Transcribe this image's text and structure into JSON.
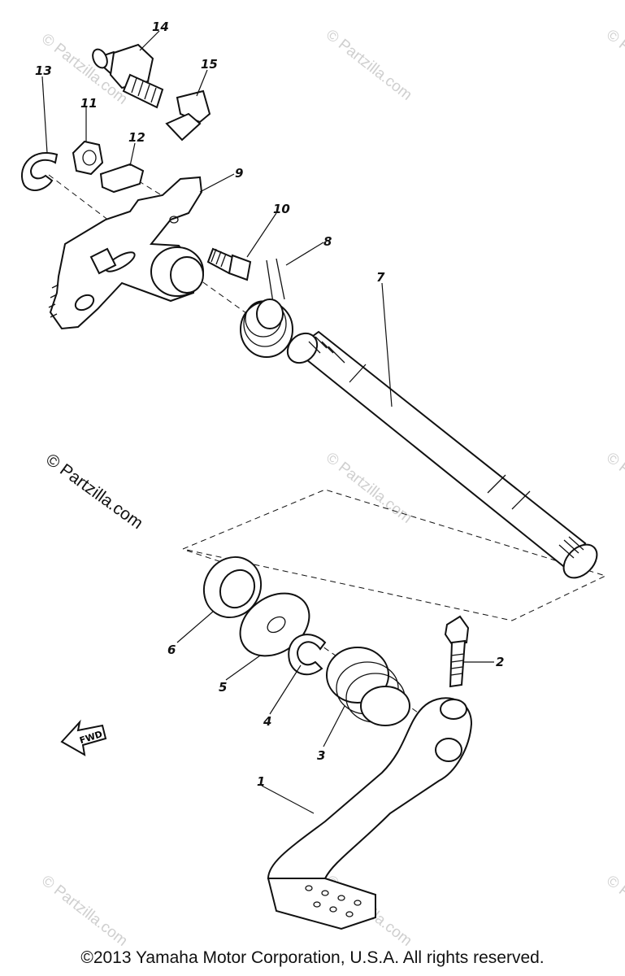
{
  "diagram": {
    "callouts": [
      {
        "id": "1",
        "label": "1"
      },
      {
        "id": "2",
        "label": "2"
      },
      {
        "id": "3",
        "label": "3"
      },
      {
        "id": "4",
        "label": "4"
      },
      {
        "id": "5",
        "label": "5"
      },
      {
        "id": "6",
        "label": "6"
      },
      {
        "id": "7",
        "label": "7"
      },
      {
        "id": "8",
        "label": "8"
      },
      {
        "id": "9",
        "label": "9"
      },
      {
        "id": "10",
        "label": "10"
      },
      {
        "id": "11",
        "label": "11"
      },
      {
        "id": "12",
        "label": "12"
      },
      {
        "id": "13",
        "label": "13"
      },
      {
        "id": "14",
        "label": "14"
      },
      {
        "id": "15",
        "label": "15"
      }
    ],
    "fwd_arrow_text": "FWD"
  },
  "watermark": {
    "main": "© Partzilla.com",
    "faint": "© Partzilla.com"
  },
  "footer": {
    "copyright": "©2013 Yamaha Motor Corporation, U.S.A. All rights reserved."
  }
}
